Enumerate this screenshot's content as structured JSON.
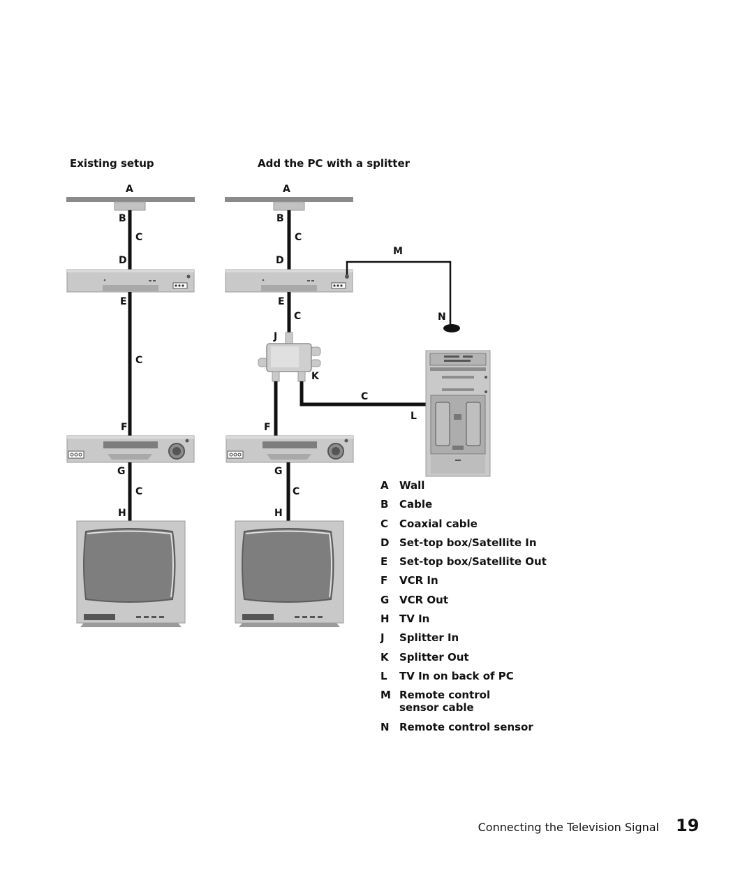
{
  "headings": {
    "existing": "Existing setup",
    "add_pc": "Add the PC with a splitter"
  },
  "diagram_labels": {
    "a": "A",
    "b": "B",
    "c": "C",
    "d": "D",
    "e": "E",
    "f": "F",
    "g": "G",
    "h": "H",
    "j": "J",
    "k": "K",
    "l": "L",
    "m": "M",
    "n": "N"
  },
  "legend": [
    {
      "key": "A",
      "text": "Wall"
    },
    {
      "key": "B",
      "text": "Cable"
    },
    {
      "key": "C",
      "text": "Coaxial cable"
    },
    {
      "key": "D",
      "text": "Set-top box/Satellite In"
    },
    {
      "key": "E",
      "text": "Set-top box/Satellite Out"
    },
    {
      "key": "F",
      "text": "VCR In"
    },
    {
      "key": "G",
      "text": "VCR Out"
    },
    {
      "key": "H",
      "text": "TV In"
    },
    {
      "key": "J",
      "text": "Splitter In"
    },
    {
      "key": "K",
      "text": "Splitter Out"
    },
    {
      "key": "L",
      "text": "TV In on back of PC"
    },
    {
      "key": "M",
      "text": "Remote control sensor cable"
    },
    {
      "key": "N",
      "text": "Remote control sensor"
    }
  ],
  "footer": {
    "section_title": "Connecting the Television Signal",
    "page_number": "19"
  },
  "colors": {
    "device_gray": "#c8c8c8",
    "dark_gray": "#6e6e6e",
    "wall_gray": "#8a8a8a",
    "cable_black": "#111111"
  }
}
